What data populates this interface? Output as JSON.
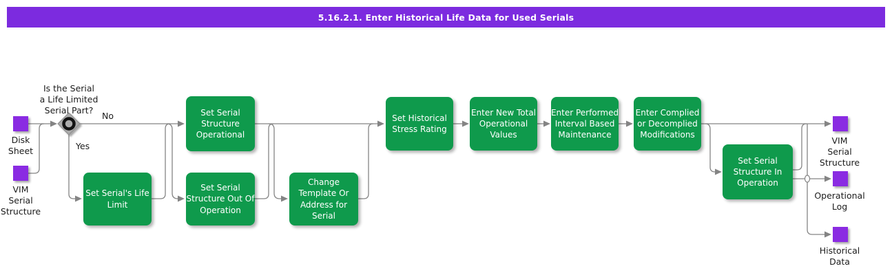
{
  "title": "5.16.2.1. Enter Historical Life Data for Used Serials",
  "decision": {
    "question": "Is the Serial\na Life Limited\nSerial Part?",
    "no_label": "No",
    "yes_label": "Yes"
  },
  "activities": {
    "set_structure_operational": {
      "label": "Set Serial\nStructure\nOperational"
    },
    "set_life_limit": {
      "label": "Set Serial's Life\nLimit"
    },
    "set_structure_out_of_operation": {
      "label": "Set Serial\nStructure Out Of\nOperation"
    },
    "change_template": {
      "label": "Change\nTemplate Or\nAddress for\nSerial"
    },
    "set_stress_rating": {
      "label": "Set Historical\nStress Rating"
    },
    "enter_new_total": {
      "label": "Enter New Total\nOperational\nValues"
    },
    "enter_interval_maintenance": {
      "label": "Enter Performed\nInterval Based\nMaintenance"
    },
    "enter_modifications": {
      "label": "Enter Complied\nor Decomplied\nModifications"
    },
    "set_structure_in_operation": {
      "label": "Set Serial\nStructure In\nOperation"
    }
  },
  "datastores": {
    "disk_sheet": {
      "label": "Disk\nSheet"
    },
    "vim_serial_structure_left": {
      "label": "VIM\nSerial\nStructure"
    },
    "vim_serial_structure_right": {
      "label": "VIM\nSerial\nStructure"
    },
    "operational_log": {
      "label": "Operational\nLog"
    },
    "historical_data": {
      "label": "Historical\nData"
    }
  },
  "colors": {
    "banner": "#7C2BDF",
    "activity": "#0F9A4C",
    "datastore": "#8A2BE2",
    "line": "#848484"
  }
}
